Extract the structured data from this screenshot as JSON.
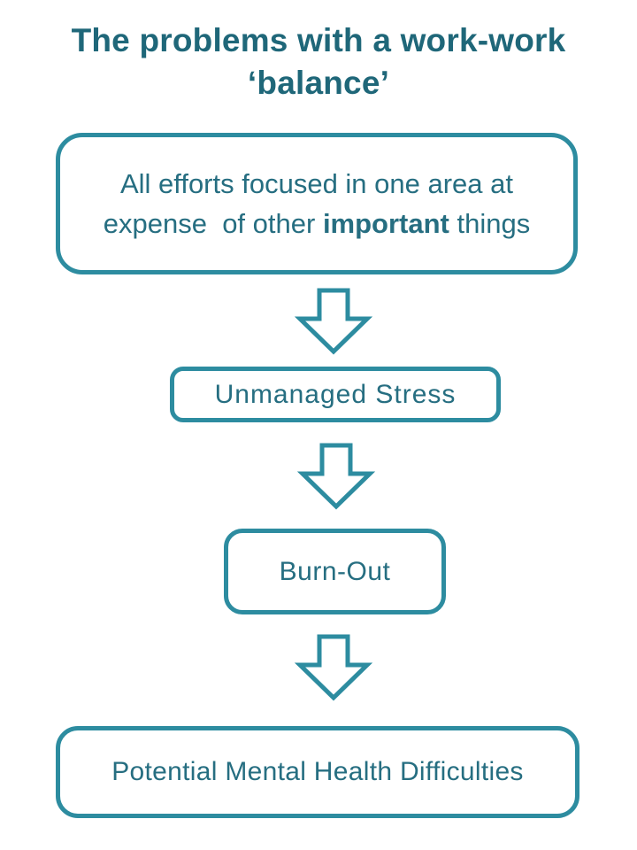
{
  "colors": {
    "accent_border": "#2D8CA0",
    "title_text": "#1F6779",
    "body_text": "#266E81",
    "background": "#FFFFFF",
    "arrow_fill": "#FFFFFF"
  },
  "title": {
    "lines": [
      "The problems with a work-work",
      "‘balance’"
    ]
  },
  "boxes": [
    {
      "name": "all-efforts",
      "line1": "All efforts focused in one area at",
      "line2": {
        "pre": "expense  of other ",
        "bold": "important",
        "post": " things"
      }
    },
    {
      "name": "unmanaged-stress",
      "label": "Unmanaged Stress"
    },
    {
      "name": "burn-out",
      "label": "Burn-Out"
    },
    {
      "name": "potential-mental-health",
      "label": "Potential Mental Health Difficulties"
    }
  ],
  "arrows": {
    "icon": "down-block-arrow",
    "count": 3
  }
}
